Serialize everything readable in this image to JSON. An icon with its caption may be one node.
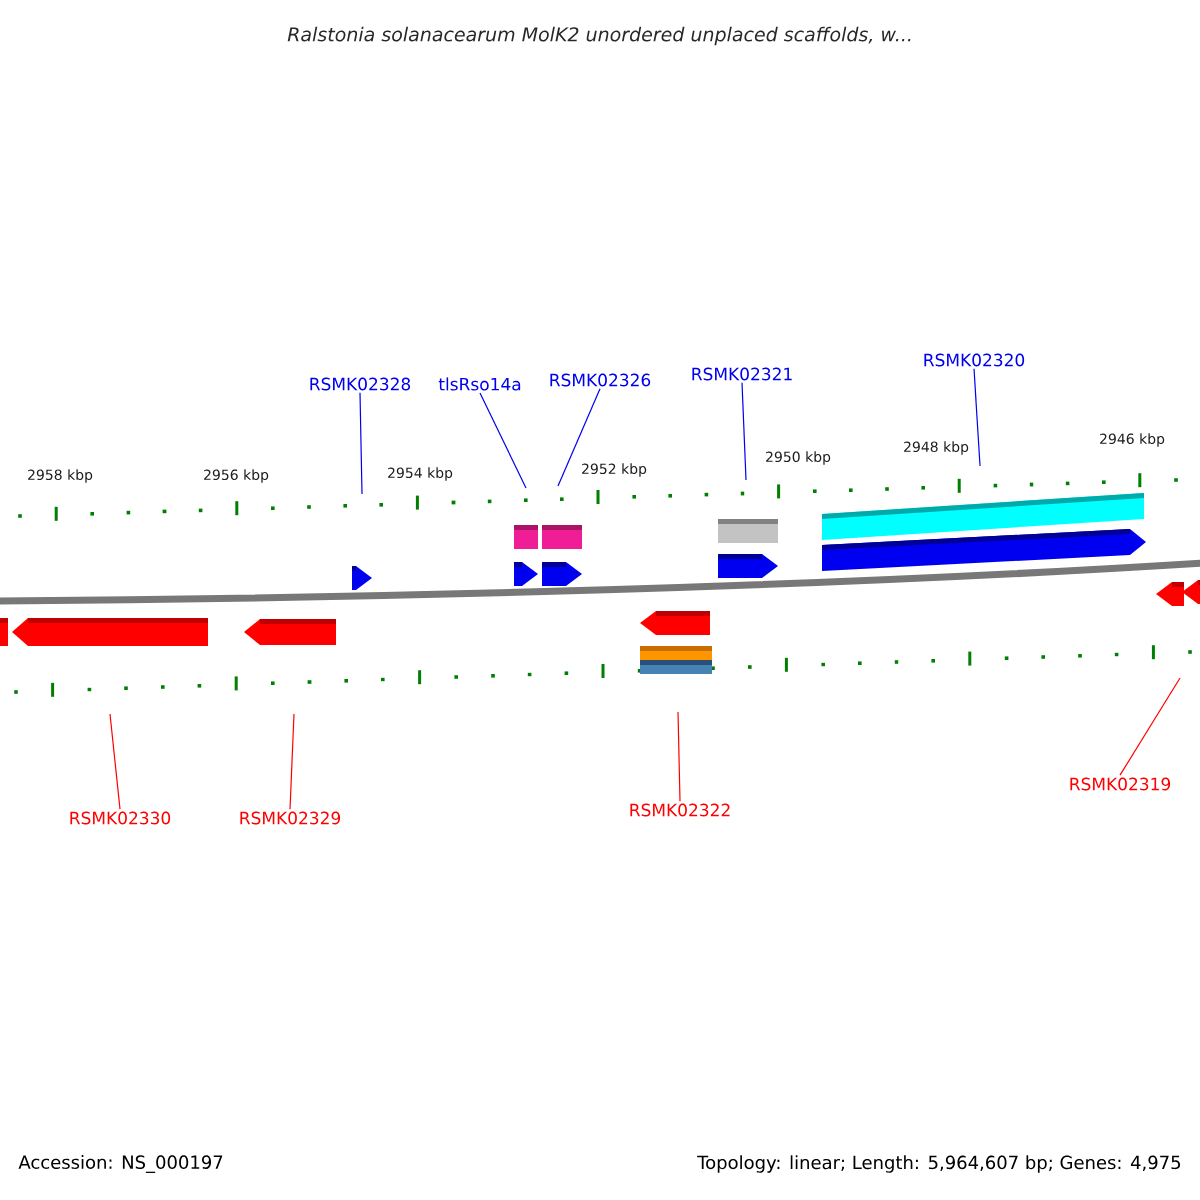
{
  "diagram": {
    "title": "Ralstonia solanacearum MolK2 unordered unplaced scaffolds, w...",
    "nodes": [
      {
        "text": [
          "RSMK02328"
        ]
      },
      {
        "text": [
          "tlsRso14a"
        ]
      },
      {
        "text": [
          "RSMK02326"
        ]
      },
      {
        "text": [
          "RSMK02321"
        ]
      },
      {
        "text": [
          "RSMK02320"
        ]
      },
      {
        "text": [
          "RSMK02330"
        ]
      },
      {
        "text": [
          "RSMK02329"
        ]
      },
      {
        "text": [
          "RSMK02322"
        ]
      },
      {
        "text": [
          "RSMK02319"
        ]
      }
    ],
    "edges": [
      {
        "from": 0,
        "to": null,
        "arrow": "none"
      },
      {
        "from": 1,
        "to": null,
        "arrow": "none"
      },
      {
        "from": 2,
        "to": null,
        "arrow": "none"
      },
      {
        "from": 3,
        "to": null,
        "arrow": "none"
      },
      {
        "from": 4,
        "to": null,
        "arrow": "none"
      },
      {
        "from": 5,
        "to": null,
        "arrow": "none",
        "color": "#ff0000"
      },
      {
        "from": 6,
        "to": null,
        "arrow": "none",
        "color": "#ff0000"
      },
      {
        "from": 7,
        "to": null,
        "arrow": "none",
        "color": "#ff0000"
      },
      {
        "from": 8,
        "to": null,
        "arrow": "none",
        "color": "#ff0000"
      }
    ],
    "labels": [
      "2958 kbp",
      "2956 kbp",
      "2954 kbp",
      "2952 kbp",
      "2950 kbp",
      "2948 kbp",
      "2946 kbp",
      "Accession: NS_000197",
      "Topology: linear; Length: 5,964,607 bp; Genes: 4,975"
    ]
  }
}
